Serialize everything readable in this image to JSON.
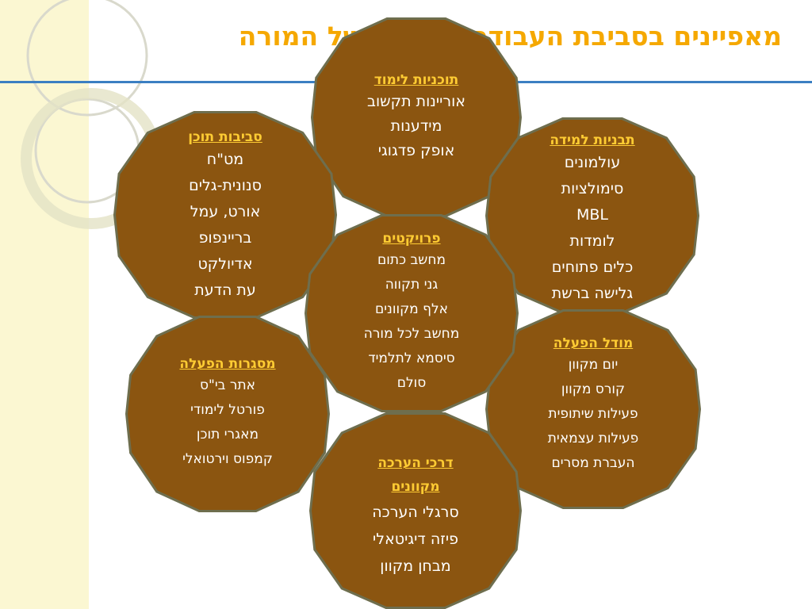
{
  "title": "מאפיינים בסביבת העבודה החדשה של המורה",
  "colors": {
    "title": "#f5a800",
    "node_fill": "#8b5510",
    "node_border": "#6e6e4e",
    "node_heading": "#ffcc33",
    "rule": "#3b7fc2",
    "side_band": "#fbf7d2"
  },
  "nodes": {
    "programs": {
      "title": "תוכניות לימוד",
      "items": [
        "אוריינות תקשוב",
        "מידענות",
        "אופק פדגוגי"
      ]
    },
    "content": {
      "title": "סביבות תוכן",
      "items": [
        "מט\"ח",
        "סנונית-גלים",
        "אורט, עמל",
        "בריינפופ",
        "אדיולקט",
        "עת הדעת"
      ]
    },
    "learning": {
      "title": "תבניות למידה",
      "items": [
        "עולמונים",
        "סימולציות",
        "MBL",
        "לומדות",
        "כלים פתוחים",
        "גלישה ברשת"
      ]
    },
    "projects": {
      "title": "פרויקטים",
      "items": [
        "מחשב כתום",
        "גני תקווה",
        "אלף מקוונים",
        "מחשב לכל מורה",
        "סיסמא לתלמיד",
        "סולם"
      ]
    },
    "frameworks": {
      "title": "מסגרות הפעלה",
      "items": [
        "אתר בי\"ס",
        "פורטל לימודי",
        "מאגרי תוכן",
        "קמפוס וירטואלי"
      ]
    },
    "model": {
      "title": "מודל הפעלה",
      "items": [
        "יום מקוון",
        "קורס מקוון",
        "פעילות שיתופית",
        "פעילות עצמאית",
        "העברת מסרים"
      ]
    },
    "assessment": {
      "title": "דרכי הערכה מקוונים",
      "items": [
        "סרגלי הערכה",
        "פיזה דיגיטאלי",
        "מבחן מקוון"
      ]
    }
  }
}
